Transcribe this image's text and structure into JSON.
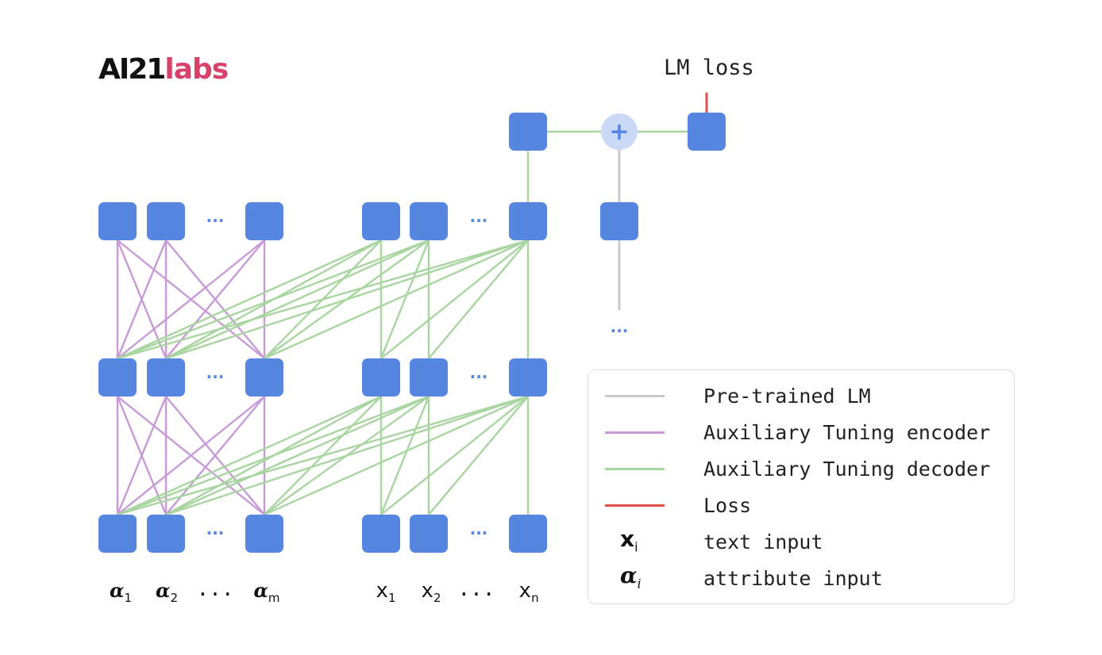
{
  "logo": {
    "part1": "AI21",
    "part2": "labs",
    "colors": {
      "part1": "#111111",
      "part2": "#d8416a"
    }
  },
  "loss_label": "LM loss",
  "plus_symbol": "+",
  "ellipsis": "···",
  "colors": {
    "node": "#5587e1",
    "pretrained": "#c9c9c9",
    "encoder": "#c89ad8",
    "decoder": "#a8d5a0",
    "loss": "#e0504a",
    "plus_circle": "#cad9f6",
    "ellipsis": "#5587e1"
  },
  "input_labels": {
    "attributes": [
      {
        "sym": "α",
        "sub": "1"
      },
      {
        "sym": "α",
        "sub": "2"
      },
      {
        "sym": "···",
        "sub": ""
      },
      {
        "sym": "α",
        "sub": "m"
      }
    ],
    "text": [
      {
        "sym": "x",
        "sub": "1"
      },
      {
        "sym": "x",
        "sub": "2"
      },
      {
        "sym": "···",
        "sub": ""
      },
      {
        "sym": "x",
        "sub": "n"
      }
    ]
  },
  "legend": [
    {
      "kind": "line",
      "color": "#c9c9c9",
      "label": "Pre-trained LM"
    },
    {
      "kind": "line",
      "color": "#c89ad8",
      "label": "Auxiliary Tuning encoder"
    },
    {
      "kind": "line",
      "color": "#a8d5a0",
      "label": "Auxiliary Tuning decoder"
    },
    {
      "kind": "line",
      "color": "#e0504a",
      "label": "Loss"
    },
    {
      "kind": "symbol",
      "sym": "x",
      "sub": "i",
      "label": "text input"
    },
    {
      "kind": "symbol",
      "sym": "α",
      "sub": "i",
      "label": "attribute input"
    }
  ]
}
